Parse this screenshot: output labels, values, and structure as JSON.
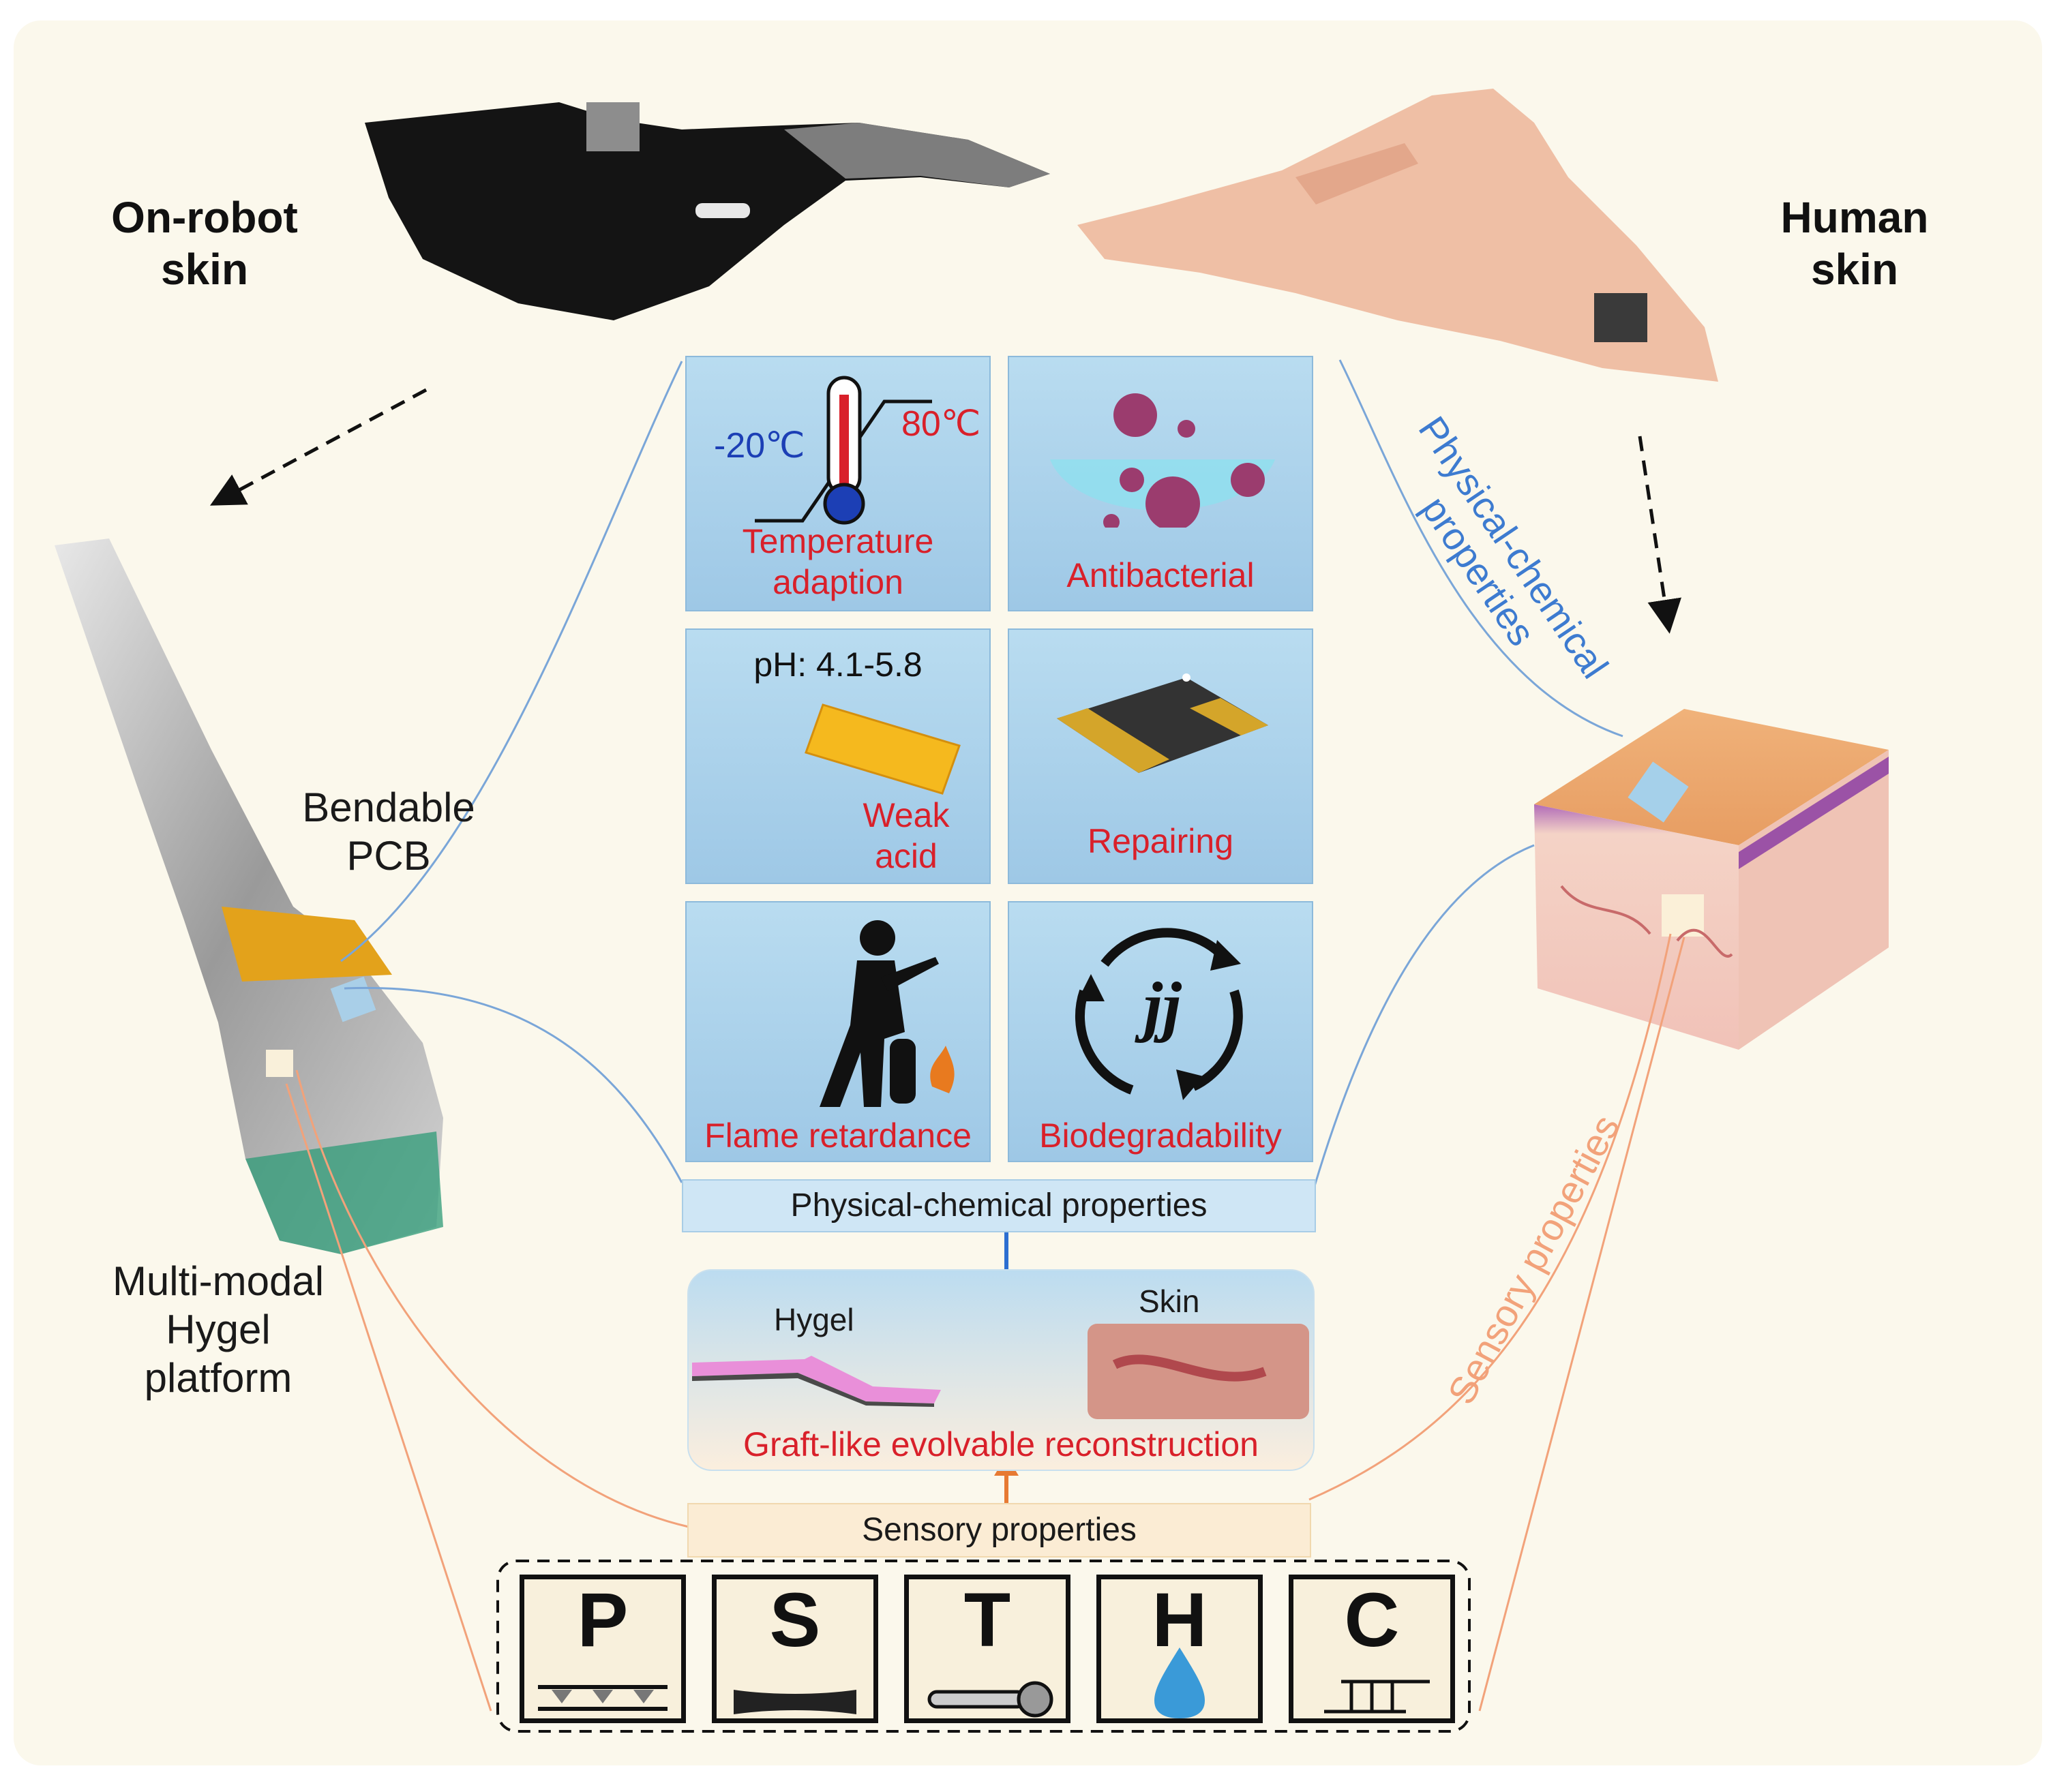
{
  "headings": {
    "robot_skin": "On-robot\nskin",
    "human_skin": "Human\nskin"
  },
  "left_labels": {
    "pcb": "Bendable\nPCB",
    "platform": "Multi-modal\nHygel\nplatform"
  },
  "tiles": [
    {
      "label": "Temperature\nadaption",
      "icon": "thermometer-icon"
    },
    {
      "label": "Antibacterial",
      "icon": "bacteria-icon"
    },
    {
      "label": "Weak\nacid",
      "icon": "acid-film-icon"
    },
    {
      "label": "Repairing",
      "icon": "repair-film-icon"
    },
    {
      "label": "Flame retardance",
      "icon": "fire-extinguisher-icon"
    },
    {
      "label": "Biodegradability",
      "icon": "recycle-icon"
    }
  ],
  "temperature": {
    "cold": "-20℃",
    "hot": "80℃"
  },
  "ph_value": "pH: 4.1-5.8",
  "bars": {
    "physical": "Physical-chemical properties",
    "sensory": "Sensory properties"
  },
  "reconstruction": {
    "hygel": "Hygel",
    "skin": "Skin",
    "title": "Graft-like evolvable reconstruction"
  },
  "rotated": {
    "physical": "Physical-chemical\nproperties",
    "sensory": "Sensory properties"
  },
  "sensors": [
    "P",
    "S",
    "T",
    "H",
    "C"
  ],
  "colors": {
    "accent_red": "#d9202a",
    "cold_blue": "#1c3fb5",
    "phys_blue": "#3d7bd0",
    "sens_orange": "#f2a27a"
  }
}
